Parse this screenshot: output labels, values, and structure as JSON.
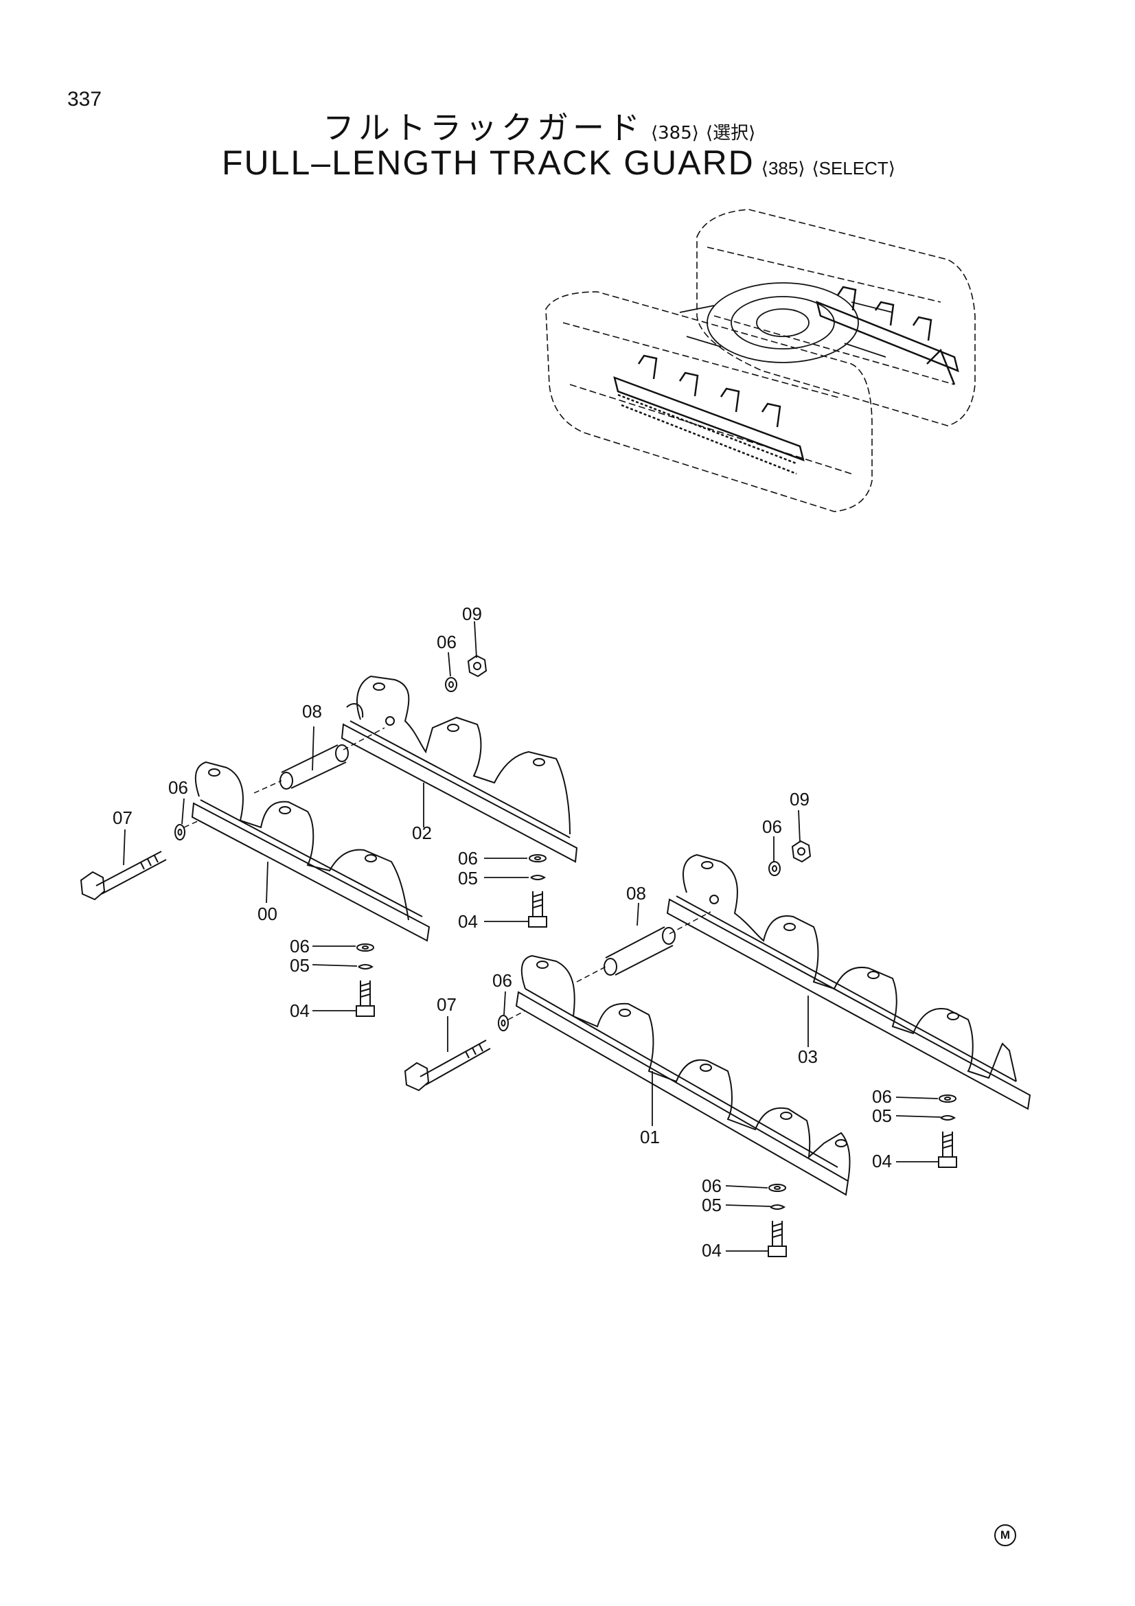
{
  "page": {
    "number": "337"
  },
  "title": {
    "jp_main": "フルトラックガード",
    "jp_tag1": "⟨385⟩",
    "jp_tag2": "⟨選択⟩",
    "en_main": "FULL–LENGTH TRACK GUARD",
    "en_tag1": "⟨385⟩",
    "en_tag2": "⟨SELECT⟩"
  },
  "callouts": {
    "guard_00": "00",
    "guard_01": "01",
    "guard_02": "02",
    "guard_03": "03",
    "bolt_04": "04",
    "lockwasher_05": "05",
    "washer_06": "06",
    "bolt_07": "07",
    "spacer_08": "08",
    "nut_09": "09"
  },
  "mark": "M"
}
